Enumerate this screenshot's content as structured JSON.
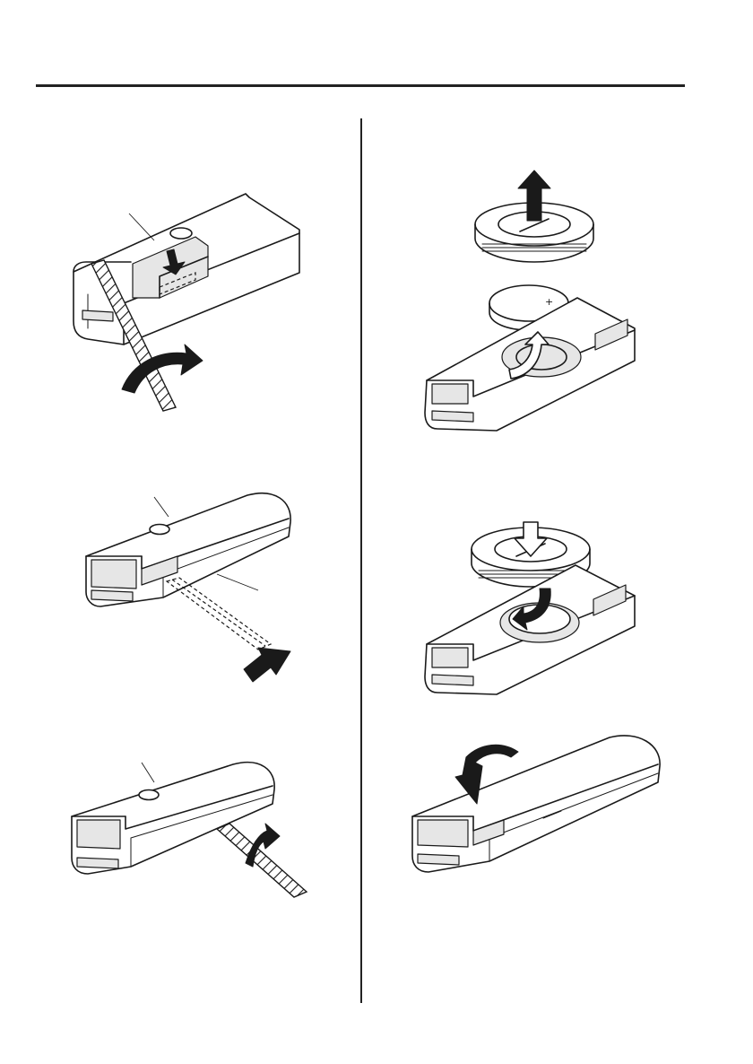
{
  "page": {
    "illustrations": [
      {
        "id": "fig-1",
        "icon": "key-fob-pry-open-with-screwdriver"
      },
      {
        "id": "fig-2",
        "icon": "key-fob-cover-slide-with-tool"
      },
      {
        "id": "fig-3",
        "icon": "key-fob-twist-tool"
      },
      {
        "id": "fig-4",
        "icon": "battery-cover-removal-and-battery-lift"
      },
      {
        "id": "fig-5",
        "icon": "battery-insert-and-cover-press"
      },
      {
        "id": "fig-6",
        "icon": "key-fob-cover-close"
      }
    ]
  }
}
